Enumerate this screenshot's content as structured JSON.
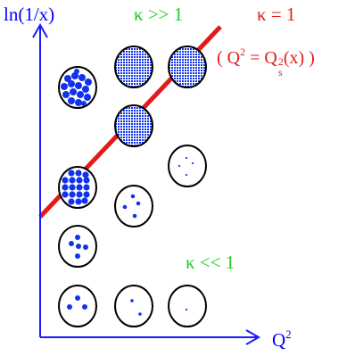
{
  "axes": {
    "y_label": "ln(1/x)",
    "x_label": "Q",
    "x_label_power": "2"
  },
  "labels": {
    "kappa_high": "κ >> 1",
    "kappa_one": "κ = 1",
    "kappa_low": "κ << 1"
  },
  "formula": {
    "open": "( Q",
    "q_power": "2",
    "equals": " = Q",
    "sat_sup": "2",
    "sat_sub": "s",
    "close": "(x) )"
  },
  "colors": {
    "axis": "#1a1aff",
    "saturation_line": "#e41a1a",
    "text_blue": "#0000ff",
    "text_green": "#22cc22",
    "text_red": "#e41a1a",
    "dot": "#1133ee",
    "outline": "#000000"
  }
}
